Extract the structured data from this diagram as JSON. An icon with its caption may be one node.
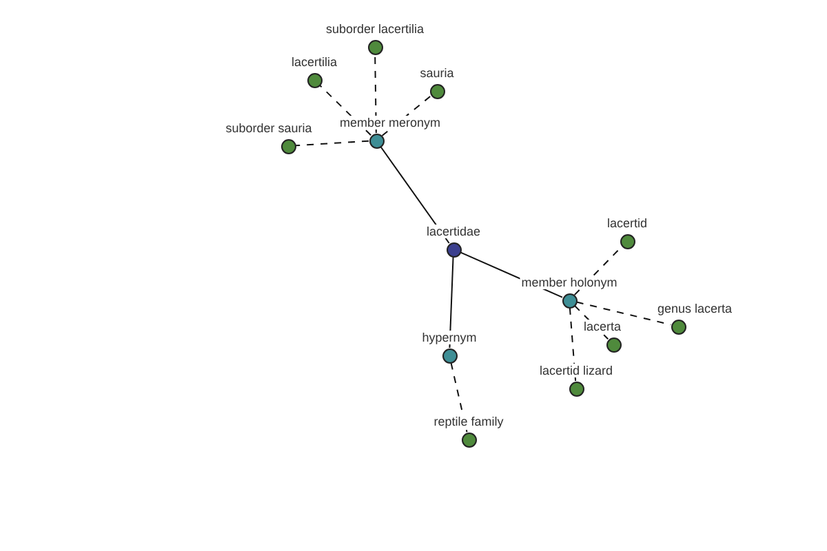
{
  "diagram": {
    "nodes": [
      {
        "text": [
          "suborder lacertilia"
        ]
      },
      {
        "text": [
          "lacertilia"
        ]
      },
      {
        "text": [
          "sauria"
        ]
      },
      {
        "text": [
          "suborder sauria"
        ]
      },
      {
        "text": [
          "member meronym"
        ]
      },
      {
        "text": [
          "lacertid"
        ]
      },
      {
        "text": [
          "lacertidae"
        ]
      },
      {
        "text": [
          "member holonym"
        ]
      },
      {
        "text": [
          "lacerta"
        ]
      },
      {
        "text": [
          "genus lacerta"
        ]
      },
      {
        "text": [
          "hypernym"
        ]
      },
      {
        "text": [
          "lacertid lizard"
        ]
      },
      {
        "text": [
          "reptile family"
        ]
      }
    ],
    "edges": [
      {
        "from": 6,
        "to": 4,
        "arrow": "none"
      },
      {
        "from": 6,
        "to": 7,
        "arrow": "none"
      },
      {
        "from": 6,
        "to": 10,
        "arrow": "none"
      },
      {
        "from": 4,
        "to": 0,
        "arrow": "none",
        "style": "dashed"
      },
      {
        "from": 4,
        "to": 1,
        "arrow": "none",
        "style": "dashed"
      },
      {
        "from": 4,
        "to": 2,
        "arrow": "none",
        "style": "dashed"
      },
      {
        "from": 4,
        "to": 3,
        "arrow": "none",
        "style": "dashed"
      },
      {
        "from": 7,
        "to": 5,
        "arrow": "none",
        "style": "dashed"
      },
      {
        "from": 7,
        "to": 8,
        "arrow": "none",
        "style": "dashed"
      },
      {
        "from": 7,
        "to": 9,
        "arrow": "none",
        "style": "dashed"
      },
      {
        "from": 7,
        "to": 11,
        "arrow": "none",
        "style": "dashed"
      },
      {
        "from": 10,
        "to": 12,
        "arrow": "none",
        "style": "dashed"
      }
    ]
  }
}
